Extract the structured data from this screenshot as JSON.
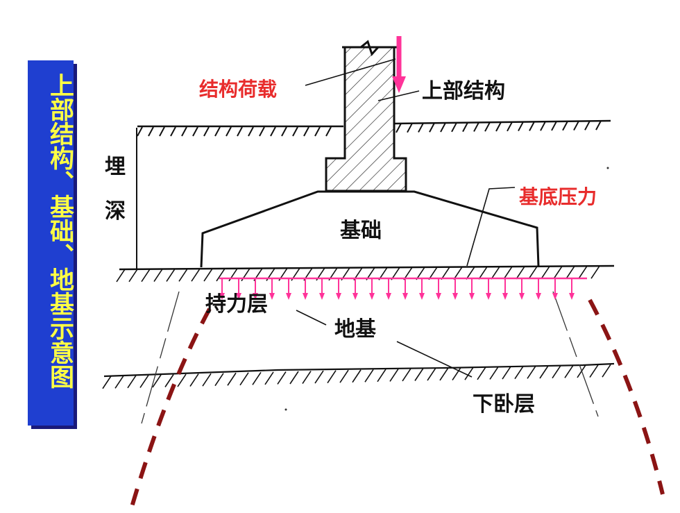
{
  "side_title": "上部结构、基础、地基示意图",
  "labels": {
    "load": "结构荷载",
    "superstructure": "上部结构",
    "base_pressure": "基底压力",
    "embed_1": "埋",
    "embed_2": "深",
    "foundation": "基础",
    "bearing_layer": "持力层",
    "subgrade": "地基",
    "underlying_layer": "下卧层"
  },
  "colors": {
    "title_bg": "#1f3fd0",
    "title_text": "#ffff44",
    "arrow": "#ff3399",
    "red_text": "#e82c2c",
    "dashed_curve": "#8b1414"
  }
}
